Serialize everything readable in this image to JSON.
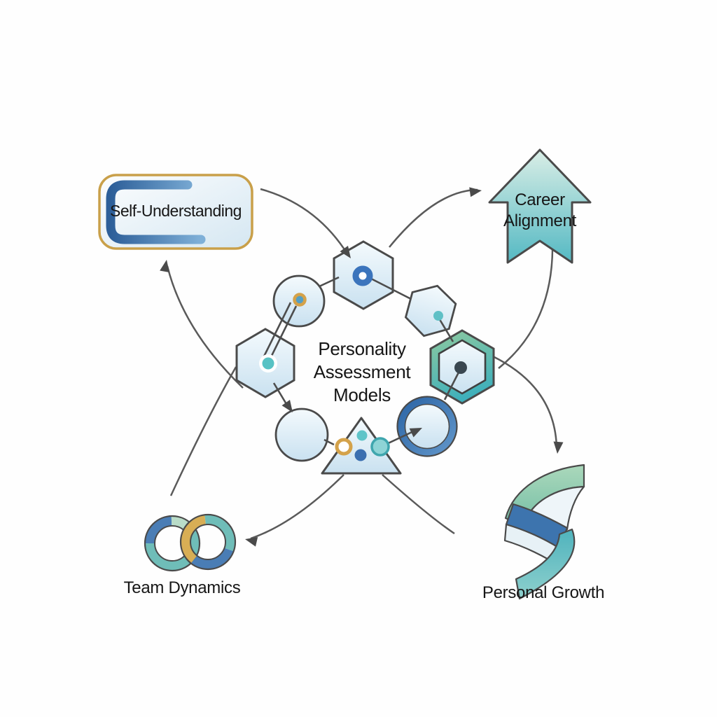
{
  "title": "Personality Assessment Models",
  "center": {
    "line1": "Personality",
    "line2": "Assessment",
    "line3": "Models"
  },
  "nodes": {
    "self_understanding": {
      "label": "Self-Understanding",
      "icon": "rounded-badge-icon"
    },
    "career_alignment": {
      "label": "Career Alignment",
      "icon": "up-arrow-banner-icon"
    },
    "team_dynamics": {
      "label": "Team Dynamics",
      "icon": "interlocking-rings-icon"
    },
    "personal_growth": {
      "label": "Personal Growth",
      "icon": "spiral-ribbon-icon"
    }
  },
  "ring_icons": [
    "hexagon-icon",
    "circle-icon",
    "triangle-icon",
    "donut-icon"
  ],
  "colors": {
    "outline": "#4a4a4a",
    "arc": "#5a5a5a",
    "gold": "#d4a24a",
    "blue": "#3b74bc",
    "teal": "#5fc0c6",
    "pale_green": "#b9dcc8",
    "green": "#9bcfb4",
    "ring_teal": "#6fbdb8",
    "ring_blue": "#4a7db5",
    "light_fill": "#d9eaf5",
    "dark_dot": "#3a4750"
  }
}
